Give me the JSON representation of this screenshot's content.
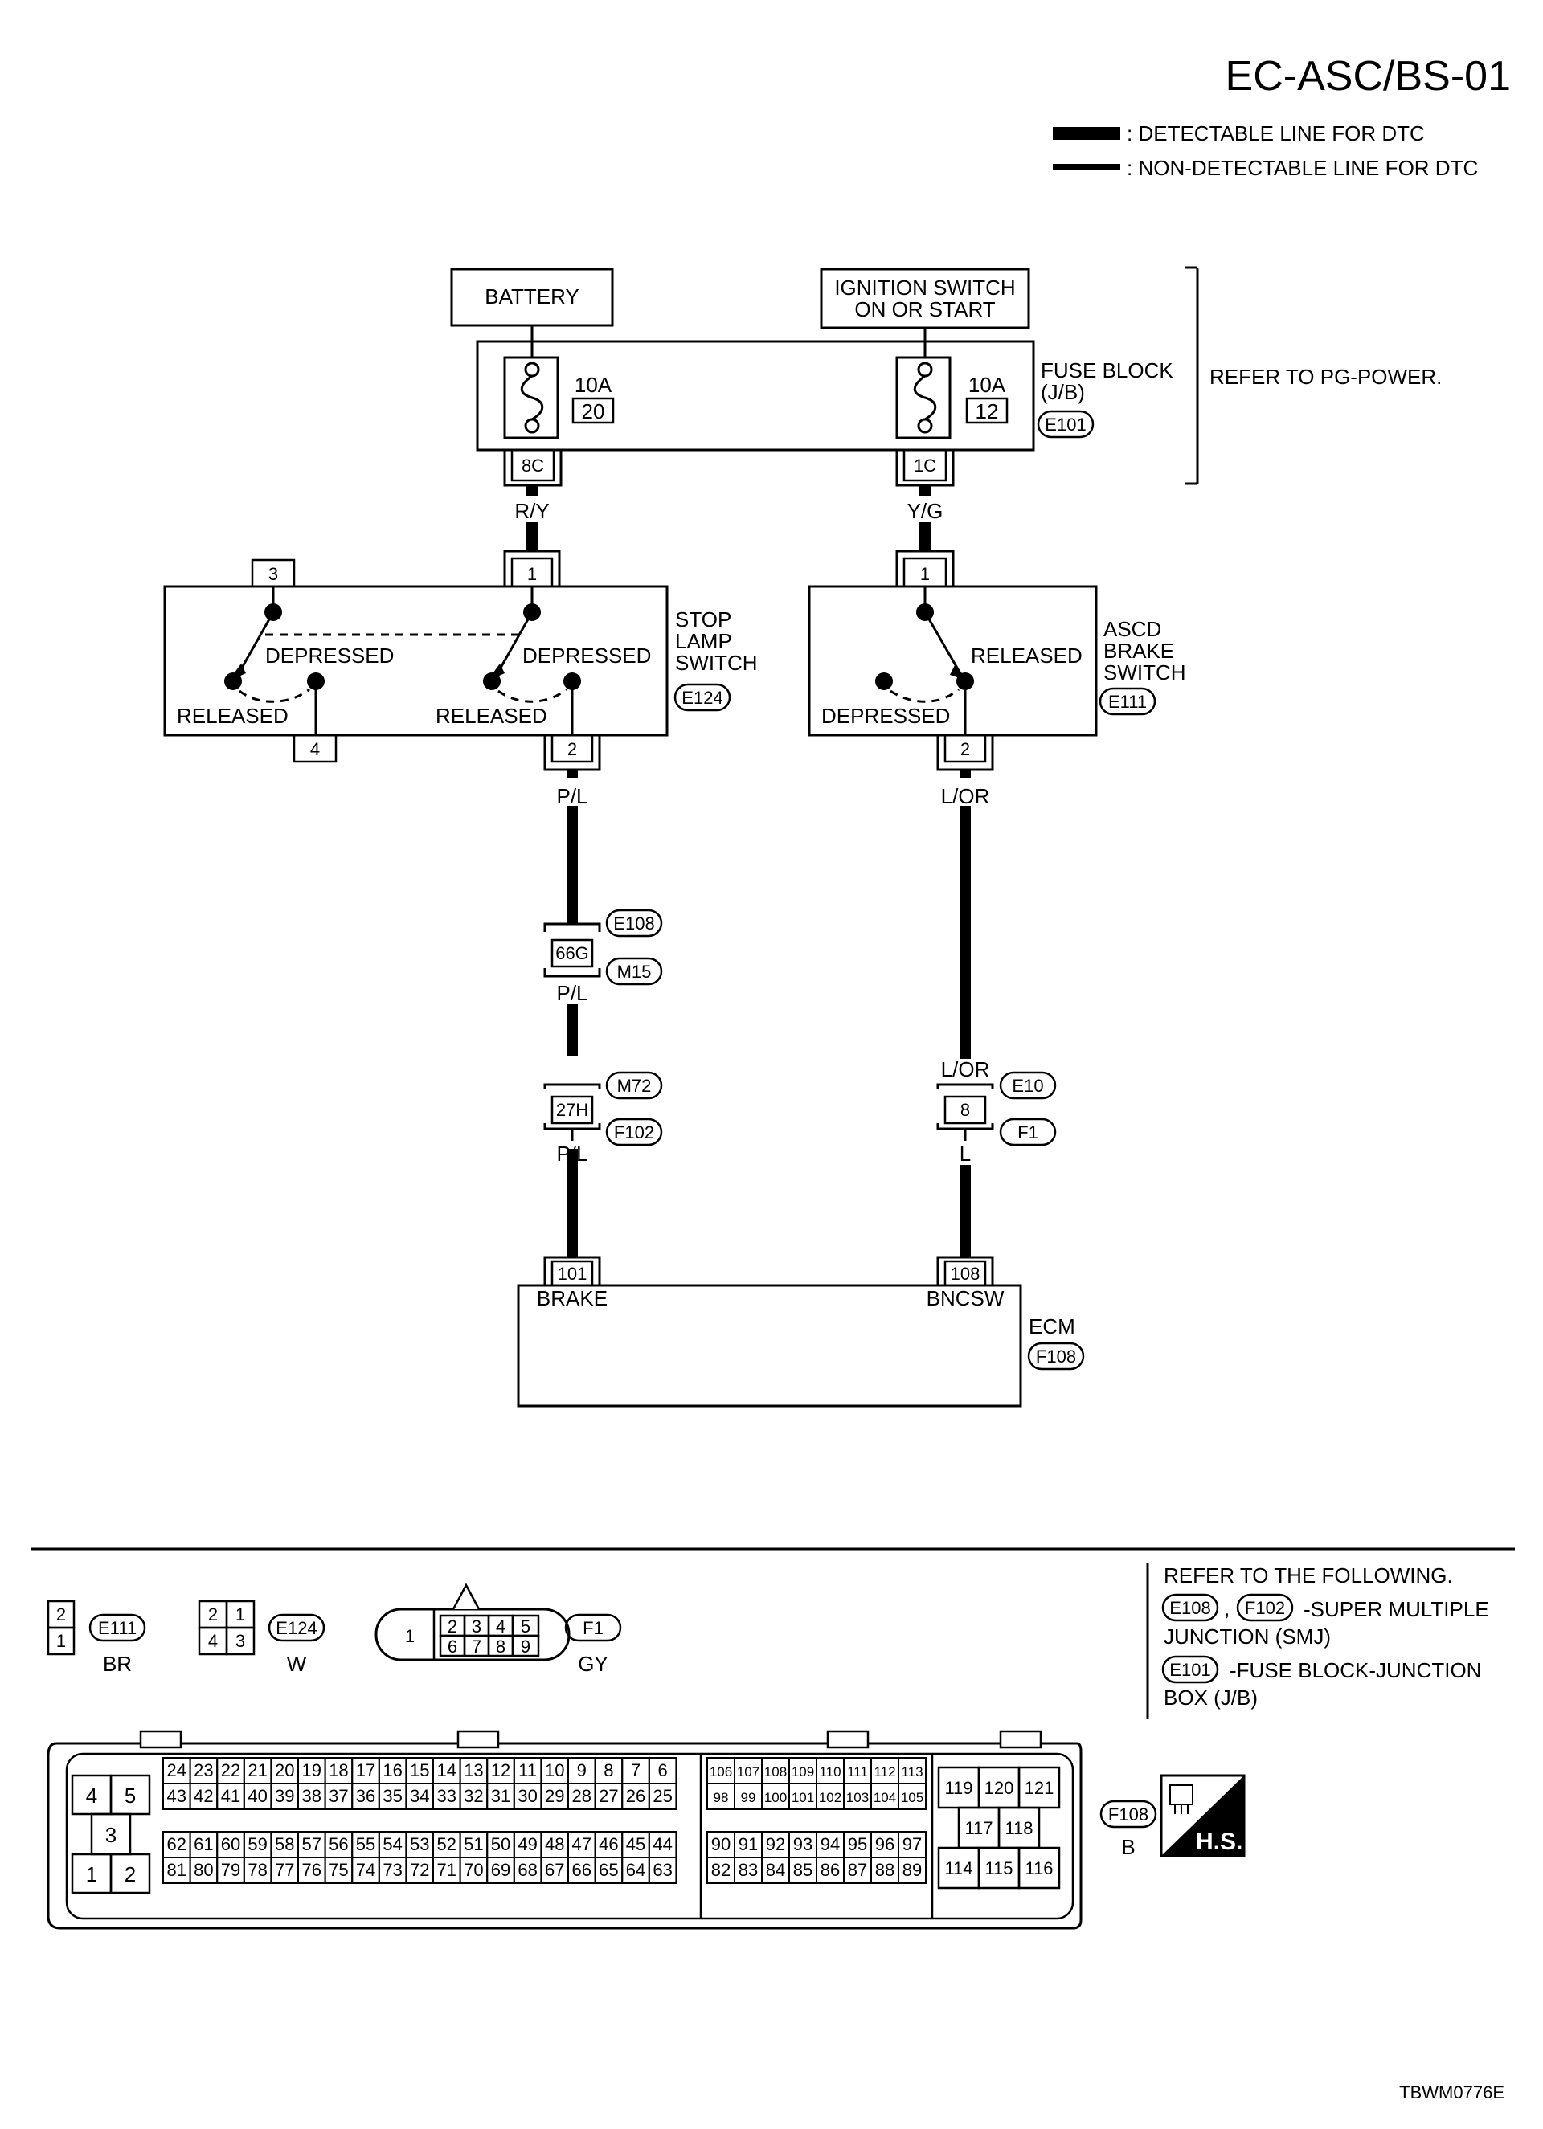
{
  "page_id": "EC-ASC/BS-01",
  "legend": {
    "detectable": ": DETECTABLE LINE FOR DTC",
    "non_detectable": ": NON-DETECTABLE LINE FOR DTC"
  },
  "power": {
    "battery": "BATTERY",
    "ignition_line1": "IGNITION SWITCH",
    "ignition_line2": "ON OR START"
  },
  "fuse_block": {
    "fuse1_amp": "10A",
    "fuse1_num": "20",
    "fuse2_amp": "10A",
    "fuse2_num": "12",
    "name_line1": "FUSE BLOCK",
    "name_line2": "(J/B)",
    "connector": "E101",
    "pin_left": "8C",
    "pin_right": "1C",
    "refer": "REFER TO PG-POWER."
  },
  "wires": {
    "ry": "R/Y",
    "yg": "Y/G",
    "pl": "P/L",
    "lor": "L/OR",
    "l": "L"
  },
  "stop_lamp_switch": {
    "name_line1": "STOP",
    "name_line2": "LAMP",
    "name_line3": "SWITCH",
    "connector": "E124",
    "pin3": "3",
    "pin1": "1",
    "pin4": "4",
    "pin2": "2",
    "depressed": "DEPRESSED",
    "released": "RELEASED"
  },
  "ascd_switch": {
    "name_line1": "ASCD",
    "name_line2": "BRAKE",
    "name_line3": "SWITCH",
    "connector": "E111",
    "pin1": "1",
    "pin2": "2",
    "released": "RELEASED",
    "depressed": "DEPRESSED"
  },
  "junctions": {
    "j1_pin": "66G",
    "j1_top": "E108",
    "j1_bot": "M15",
    "j2_pin": "27H",
    "j2_top": "M72",
    "j2_bot": "F102",
    "j3_pin": "8",
    "j3_top": "E10",
    "j3_bot": "F1"
  },
  "ecm": {
    "name": "ECM",
    "connector": "F108",
    "pin_brake": "101",
    "label_brake": "BRAKE",
    "pin_bncsw": "108",
    "label_bncsw": "BNCSW"
  },
  "connectors": {
    "e111_label": "E111",
    "e111_color": "BR",
    "e111_pins": [
      "2",
      "1"
    ],
    "e124_label": "E124",
    "e124_color": "W",
    "e124_pins": [
      "2",
      "1",
      "4",
      "3"
    ],
    "f1_label": "F1",
    "f1_color": "GY",
    "f1_pins": [
      "1",
      "2",
      "3",
      "4",
      "5",
      "6",
      "7",
      "8",
      "9"
    ],
    "f108_label": "F108",
    "f108_color": "B"
  },
  "refer_box": {
    "line1": "REFER TO THE FOLLOWING.",
    "smj_conn1": "E108",
    "smj_sep": ",",
    "smj_conn2": "F102",
    "smj_text1": "-SUPER MULTIPLE",
    "smj_text2": "JUNCTION (SMJ)",
    "fb_conn": "E101",
    "fb_text1": "-FUSE BLOCK-JUNCTION",
    "fb_text2": "BOX (J/B)"
  },
  "ecm_pins": {
    "left_a": [
      "4",
      "5"
    ],
    "left_b": "3",
    "left_c": [
      "1",
      "2"
    ],
    "row1": [
      "24",
      "23",
      "22",
      "21",
      "20",
      "19",
      "18",
      "17",
      "16",
      "15",
      "14",
      "13",
      "12",
      "11",
      "10",
      "9",
      "8",
      "7",
      "6"
    ],
    "row2": [
      "43",
      "42",
      "41",
      "40",
      "39",
      "38",
      "37",
      "36",
      "35",
      "34",
      "33",
      "32",
      "31",
      "30",
      "29",
      "28",
      "27",
      "26",
      "25"
    ],
    "row3": [
      "62",
      "61",
      "60",
      "59",
      "58",
      "57",
      "56",
      "55",
      "54",
      "53",
      "52",
      "51",
      "50",
      "49",
      "48",
      "47",
      "46",
      "45",
      "44"
    ],
    "row4": [
      "81",
      "80",
      "79",
      "78",
      "77",
      "76",
      "75",
      "74",
      "73",
      "72",
      "71",
      "70",
      "69",
      "68",
      "67",
      "66",
      "65",
      "64",
      "63"
    ],
    "mid_row1": [
      "106",
      "107",
      "108",
      "109",
      "110",
      "111",
      "112",
      "113"
    ],
    "mid_row2": [
      "98",
      "99",
      "100",
      "101",
      "102",
      "103",
      "104",
      "105"
    ],
    "mid_row3": [
      "90",
      "91",
      "92",
      "93",
      "94",
      "95",
      "96",
      "97"
    ],
    "mid_row4": [
      "82",
      "83",
      "84",
      "85",
      "86",
      "87",
      "88",
      "89"
    ],
    "right_row1": [
      "119",
      "120",
      "121"
    ],
    "right_row2": [
      "117",
      "118"
    ],
    "right_row3": [
      "114",
      "115",
      "116"
    ]
  },
  "hs_badge": "H.S.",
  "doc_code": "TBWM0776E"
}
